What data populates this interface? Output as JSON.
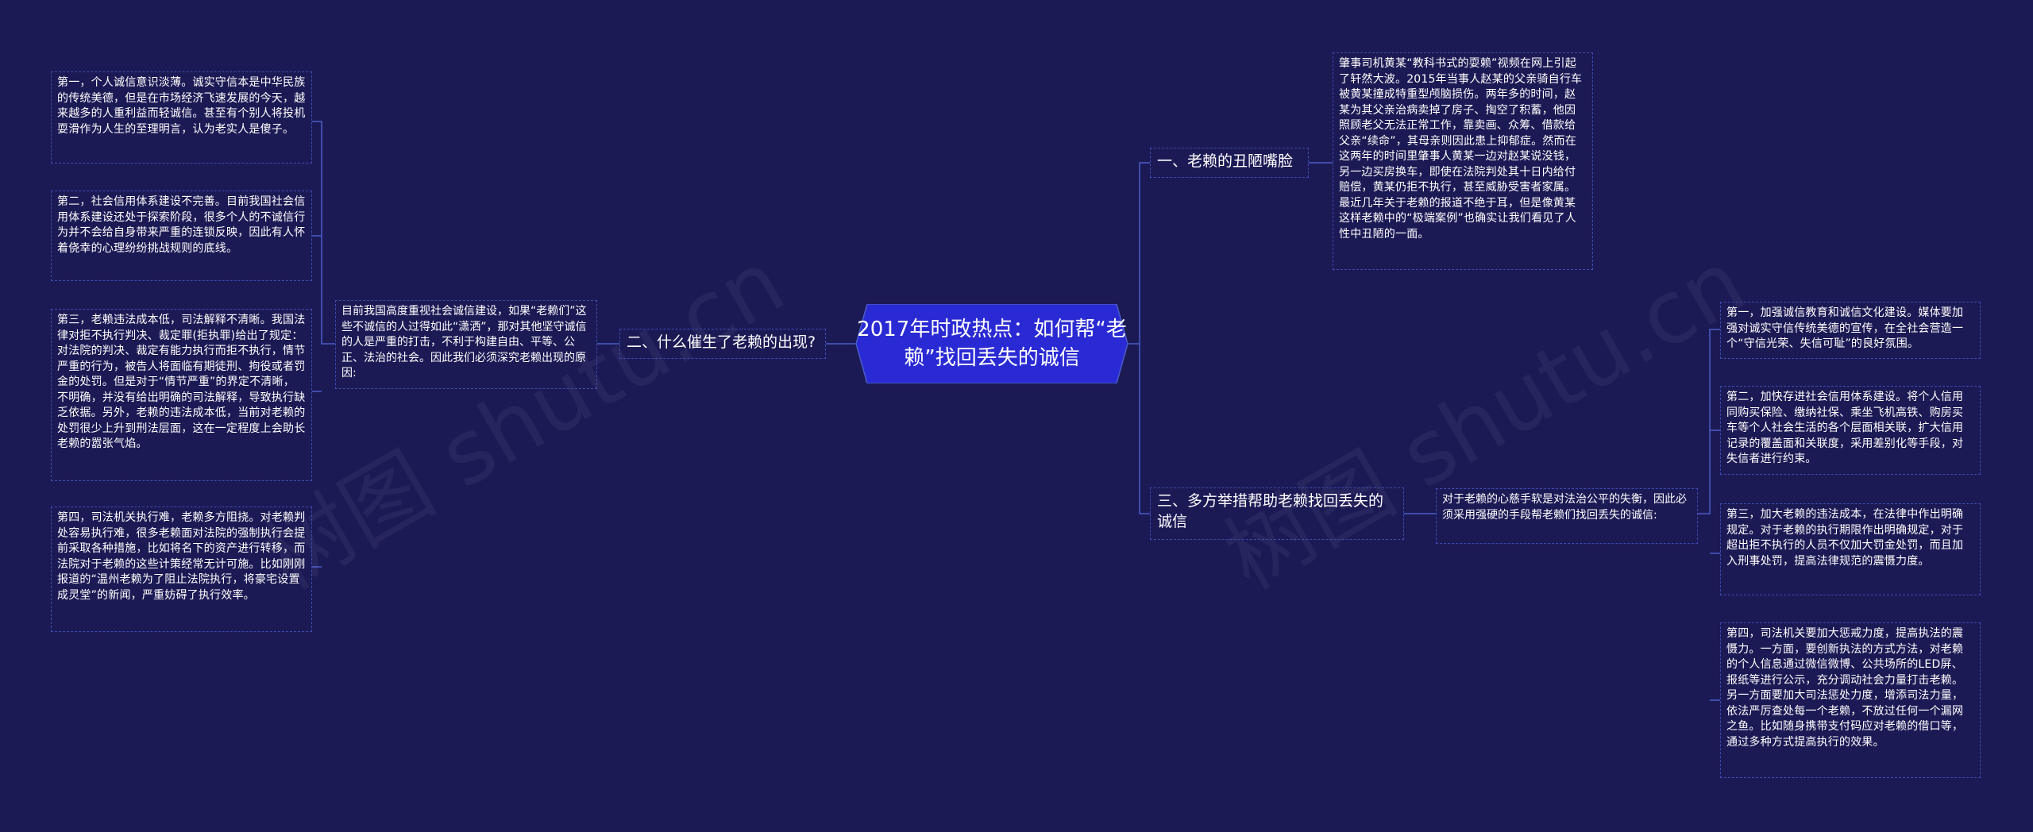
{
  "colors": {
    "background": "#1c1a55",
    "root_fill": "#2a2ad4",
    "border": "#3c4ab0",
    "line": "#4a5cc8",
    "text": "#ffffff"
  },
  "watermark": "树图 shutu.cn",
  "root": "2017年时政热点：如何帮“老赖”找回丢失的诚信",
  "branch1": {
    "label": "一、老赖的丑陋嘴脸",
    "leaf": "肇事司机黄某“教科书式的耍赖”视频在网上引起了轩然大波。2015年当事人赵某的父亲骑自行车被黄某撞成特重型颅脑损伤。两年多的时间，赵某为其父亲治病卖掉了房子、掏空了积蓄，他因照顾老父无法正常工作，靠卖画、众筹、借款给父亲“续命”，其母亲则因此患上抑郁症。然而在这两年的时间里肇事人黄某一边对赵某说没钱，另一边买房换车，即使在法院判处其十日内给付赔偿，黄某仍拒不执行，甚至威胁受害者家属。最近几年关于老赖的报道不绝于耳，但是像黄某这样老赖中的“极端案例”也确实让我们看见了人性中丑陋的一面。"
  },
  "branch2": {
    "label": "二、什么催生了老赖的出现?",
    "summary": "目前我国高度重视社会诚信建设，如果“老赖们”这些不诚信的人过得如此“潇洒”，那对其他坚守诚信的人是严重的打击，不利于构建自由、平等、公正、法治的社会。因此我们必须深究老赖出现的原因:",
    "leaves": [
      "第一，个人诚信意识淡薄。诚实守信本是中华民族的传统美德，但是在市场经济飞速发展的今天，越来越多的人重利益而轻诚信。甚至有个别人将投机耍滑作为人生的至理明言，认为老实人是傻子。",
      "第二，社会信用体系建设不完善。目前我国社会信用体系建设还处于探索阶段，很多个人的不诚信行为并不会给自身带来严重的连锁反映，因此有人怀着侥幸的心理纷纷挑战规则的底线。",
      "第三，老赖违法成本低，司法解释不清晰。我国法律对拒不执行判决、裁定罪(拒执罪)给出了规定：对法院的判决、裁定有能力执行而拒不执行，情节严重的行为，被告人将面临有期徒刑、拘役或者罚金的处罚。但是对于“情节严重”的界定不清晰，不明确，并没有给出明确的司法解释，导致执行缺乏依据。另外，老赖的违法成本低，当前对老赖的处罚很少上升到刑法层面，这在一定程度上会助长老赖的嚣张气焰。",
      "第四，司法机关执行难，老赖多方阻挠。对老赖判处容易执行难，很多老赖面对法院的强制执行会提前采取各种措施，比如将名下的资产进行转移，而法院对于老赖的这些计策经常无计可施。比如刚刚报道的“温州老赖为了阻止法院执行，将豪宅设置成灵堂”的新闻，严重妨碍了执行效率。"
    ]
  },
  "branch3": {
    "label": "三、多方举措帮助老赖找回丢失的诚信",
    "summary": "对于老赖的心慈手软是对法治公平的失衡，因此必须采用强硬的手段帮老赖们找回丢失的诚信:",
    "leaves": [
      "第一，加强诚信教育和诚信文化建设。媒体要加强对诚实守信传统美德的宣传，在全社会营造一个“守信光荣、失信可耻”的良好氛围。",
      "第二，加快存进社会信用体系建设。将个人信用同购买保险、缴纳社保、乘坐飞机高铁、购房买车等个人社会生活的各个层面相关联，扩大信用记录的覆盖面和关联度，采用差别化等手段，对失信者进行约束。",
      "第三，加大老赖的违法成本，在法律中作出明确规定。对于老赖的执行期限作出明确规定，对于超出拒不执行的人员不仅加大罚金处罚，而且加入刑事处罚，提高法律规范的震慑力度。",
      "第四，司法机关要加大惩戒力度，提高执法的震慑力。一方面，要创新执法的方式方法，对老赖的个人信息通过微信微博、公共场所的LED屏、报纸等进行公示，充分调动社会力量打击老赖。另一方面要加大司法惩处力度，增添司法力量，依法严厉查处每一个老赖，不放过任何一个漏网之鱼。比如随身携带支付码应对老赖的借口等，通过多种方式提高执行的效果。"
    ]
  }
}
